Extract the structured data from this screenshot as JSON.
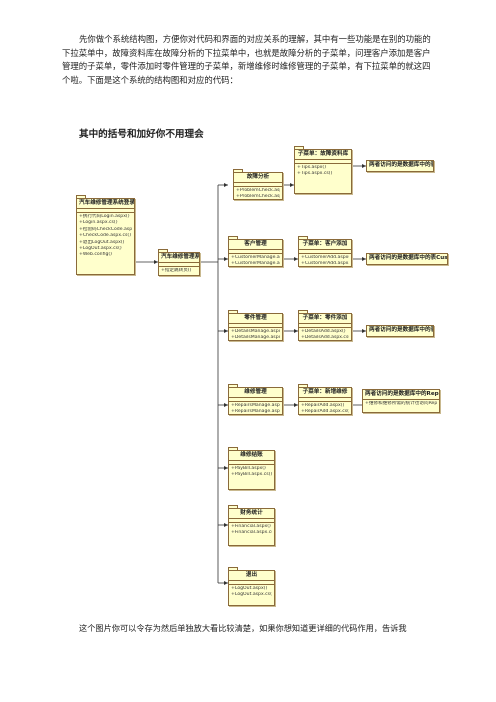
{
  "intro": {
    "paragraph": "先你做个系统结构图，方便你对代码和界面的对应关系的理解，其中有一些功能是在别的功能的下拉菜单中，故障资料库在故障分析的下拉菜单中，也就是故障分析的子菜单，问理客户添加是客户管理的子菜单，零件添加时零件管理的子菜单，新增维修时维修管理的子菜单，有下拉菜单的就这四个啦。下面是这个系统的结构图和对应的代码：",
    "bold_note": "其中的括号和加好你不用理会"
  },
  "diagram": {
    "login": {
      "title": "汽车维修管理系统登录界面",
      "items": [
        "+执行代码Login.aspx()",
        "+Login.aspx.cs()",
        "+检验码CheckCode.aspx()",
        "+CheckCode.aspx.cs()",
        "+退出LogOut.aspx()",
        "+LogOut.aspx.cs()",
        "+Web.config()"
      ]
    },
    "main": {
      "title": "汽车维修管理系统",
      "items": [
        "+指定跳转页()"
      ]
    },
    "fault": {
      "title": "故障分析",
      "items": [
        "+ProblemCheck.aspx()",
        "+ProblemCheck.aspx.cs()"
      ]
    },
    "fault_sub": {
      "title": "子菜单：故障资料库",
      "items": [
        "+Tips.aspx()",
        "+Tips.aspx.cs()"
      ]
    },
    "fault_db": {
      "title": "两者访问的是数据库中的表Tips"
    },
    "customer": {
      "title": "客户管理",
      "items": [
        "+CustomerManage.aspx()",
        "+CustomerManage.aspx.cs()"
      ]
    },
    "customer_sub": {
      "title": "子菜单：客户添加",
      "items": [
        "+CustomerAdd.aspx()",
        "+CustomerAdd.aspx.cs()"
      ]
    },
    "customer_db": {
      "title": "两者访问的是数据库中的表Customers"
    },
    "parts": {
      "title": "零件管理",
      "items": [
        "+DetailsManage.aspx()",
        "+DetailsManage.aspx.cs()"
      ]
    },
    "parts_sub": {
      "title": "子菜单：零件添加",
      "items": [
        "+DetailsAdd.aspx()",
        "+DetailsAdd.aspx.cs()"
      ]
    },
    "parts_db": {
      "title": "两者访问的是数据库中的表Details表"
    },
    "repair": {
      "title": "维修管理",
      "items": [
        "+RepairsManage.aspx()",
        "+RepairsManage.aspx.cs()"
      ]
    },
    "repair_sub": {
      "title": "子菜单：新增维修",
      "items": [
        "+RepairAdd.aspx()",
        "+RepairAdd.aspx.cs()"
      ]
    },
    "repair_db": {
      "title": "两者访问的是数据库中的Repairs表",
      "items": [
        "+维修和维修所需的统计也访问Repairs表"
      ]
    },
    "bill": {
      "title": "维修结账",
      "items": [
        "+PayBill.aspx()",
        "+PayBill.aspx.cs()"
      ]
    },
    "finance": {
      "title": "财务统计",
      "items": [
        "+Financial.aspx()",
        "+Financial.aspx.cs()"
      ]
    },
    "logout": {
      "title": "退出",
      "items": [
        "+LogOut.aspx()",
        "+LogOut.aspx.cs()"
      ]
    }
  },
  "footer": {
    "text": "这个图片你可以令存为然后单独放大看比较清楚，如果你想知道更详细的代码作用，告诉我"
  }
}
